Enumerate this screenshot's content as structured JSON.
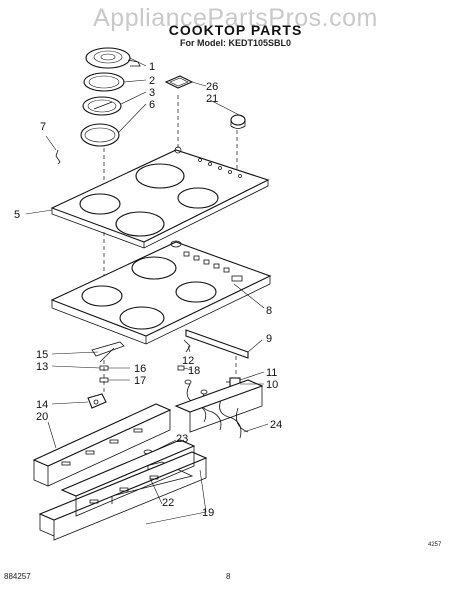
{
  "watermark": "AppliancePartsPros.com",
  "title": "COOKTOP PARTS",
  "model_line": "For Model: KEDT105SBL0",
  "footer": {
    "doc_code": "884257",
    "page_number": "8",
    "figure_code": "4257"
  },
  "callouts": [
    "1",
    "2",
    "3",
    "6",
    "26",
    "21",
    "7",
    "5",
    "8",
    "9",
    "12",
    "18",
    "15",
    "13",
    "16",
    "17",
    "11",
    "10",
    "14",
    "20",
    "23",
    "24",
    "22",
    "19"
  ]
}
